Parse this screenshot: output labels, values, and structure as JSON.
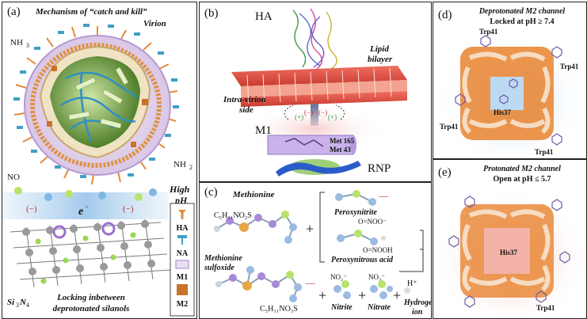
{
  "panel_a": {
    "letter": "(a)",
    "title": "Mechanism of “catch and kill”",
    "virion": "Virion",
    "nh3": "NH",
    "nh3_sub": "3",
    "nh2": "NH",
    "nh2_sub": "2",
    "no": "NO",
    "high": "High",
    "ph": "pH",
    "minus_left": "(−)",
    "minus_right": "(−)",
    "electron": "e",
    "electron_sup": "−",
    "si": "Si",
    "si_sub1": "3",
    "n": "N",
    "si_sub2": "4",
    "caption_line1": "Locking inbetween",
    "caption_line2": "deprotonated silanols",
    "legend": [
      "HA",
      "NA",
      "M1",
      "M2"
    ]
  },
  "panel_b": {
    "letter": "(b)",
    "ha": "HA",
    "lipid1": "Lipid",
    "lipid2": "bilayer",
    "intra1": "Intra-virion",
    "intra2": "side",
    "m1": "M1",
    "met165": "Met 165",
    "met43": "Met 43",
    "rnp": "RNP"
  },
  "panel_c": {
    "letter": "(c)",
    "methionine": "Methionine",
    "formula1": "C₅H₁₁NO₂S",
    "plus": "+",
    "peroxynitrite": "Peroxynitrite",
    "ono_minus": "O=NOO⁻",
    "peroxynitrous": "Peroxynitrous acid",
    "ono_h": "O=NOOH",
    "mso1": "Methionine",
    "mso2": "sulfoxide",
    "formula2": "C₅H₁₁NO₃S",
    "no2": "NO₂⁻",
    "no3": "NO₃⁻",
    "hplus": "H⁺",
    "nitrite": "Nitrite",
    "nitrate": "Nitrate",
    "hydrogen1": "Hydrogen",
    "hydrogen2": "ion"
  },
  "panel_d": {
    "letter": "(d)",
    "title1": "Deprotonated M2 channel",
    "title2": "Locked at pH ≥ 7.4",
    "trp": "Trp41",
    "his": "His37"
  },
  "panel_e": {
    "letter": "(e)",
    "title1": "Protonated M2 channel",
    "title2": "Open at pH ≤ 5.7",
    "trp": "Trp41",
    "his": "His37"
  },
  "colors": {
    "lipid": "#e8554a",
    "glow_blue": "#bcd9f2",
    "glow_red": "#f3b3a8",
    "helix": "#f2c9a4",
    "orange": "#e98a3a",
    "green": "#b7e36a",
    "purple": "#a88ad8"
  }
}
